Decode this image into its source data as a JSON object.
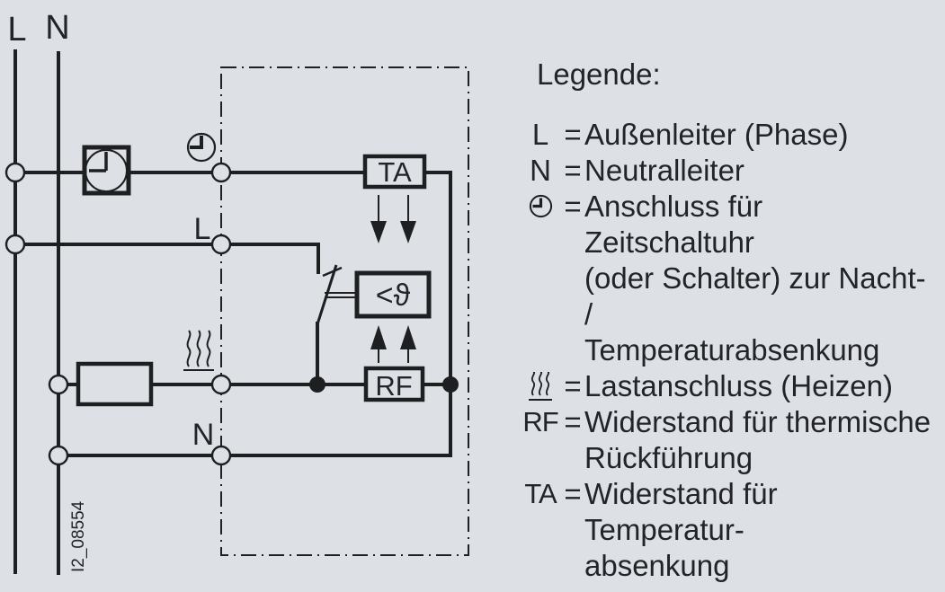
{
  "colors": {
    "background": "#dde1e6",
    "line": "#1e1f21"
  },
  "diagram": {
    "phase_label": "L",
    "neutral_label": "N",
    "inner_phase_label": "L",
    "inner_neutral_label": "N",
    "ta_label": "TA",
    "rf_label": "RF",
    "thermostat_label": "<ϑ",
    "figure_id": "I2_08554"
  },
  "legend": {
    "title": "Legende:",
    "equals": "=",
    "entries": [
      {
        "symbol": "L",
        "lines": [
          "Außenleiter (Phase)"
        ]
      },
      {
        "symbol": "N",
        "lines": [
          "Neutralleiter"
        ]
      },
      {
        "symbol": "clock-icon",
        "lines": [
          "Anschluss für Zeitschaltuhr",
          "(oder Schalter) zur Nacht- /",
          "Temperaturabsenkung"
        ]
      },
      {
        "symbol": "heat-icon",
        "lines": [
          "Lastanschluss (Heizen)"
        ]
      },
      {
        "symbol": "RF",
        "lines": [
          "Widerstand für thermische",
          "Rückführung"
        ]
      },
      {
        "symbol": "TA",
        "lines": [
          "Widerstand für Temperatur-",
          "absenkung"
        ]
      }
    ]
  }
}
